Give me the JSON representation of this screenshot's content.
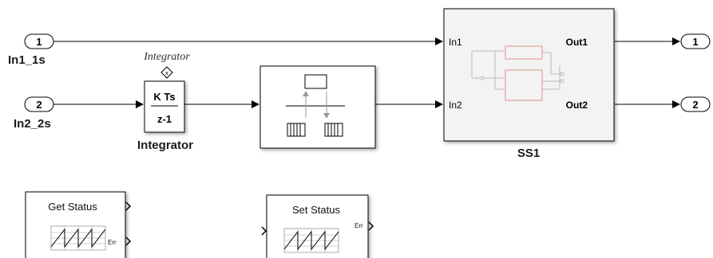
{
  "inports": [
    {
      "number": "1",
      "label": "In1_1s"
    },
    {
      "number": "2",
      "label": "In2_2s"
    }
  ],
  "outports": [
    {
      "number": "1"
    },
    {
      "number": "2"
    }
  ],
  "integrator": {
    "top_label": "Integrator",
    "numerator": "K Ts",
    "denominator": "z-1",
    "name": "Integrator"
  },
  "subsystem": {
    "name": "SS1",
    "in_ports": [
      "In1",
      "In2"
    ],
    "out_ports": [
      "Out1",
      "Out2"
    ]
  },
  "get_status": {
    "title": "Get Status",
    "port_label": "Err"
  },
  "set_status": {
    "title": "Set Status",
    "port_label": "Err"
  }
}
